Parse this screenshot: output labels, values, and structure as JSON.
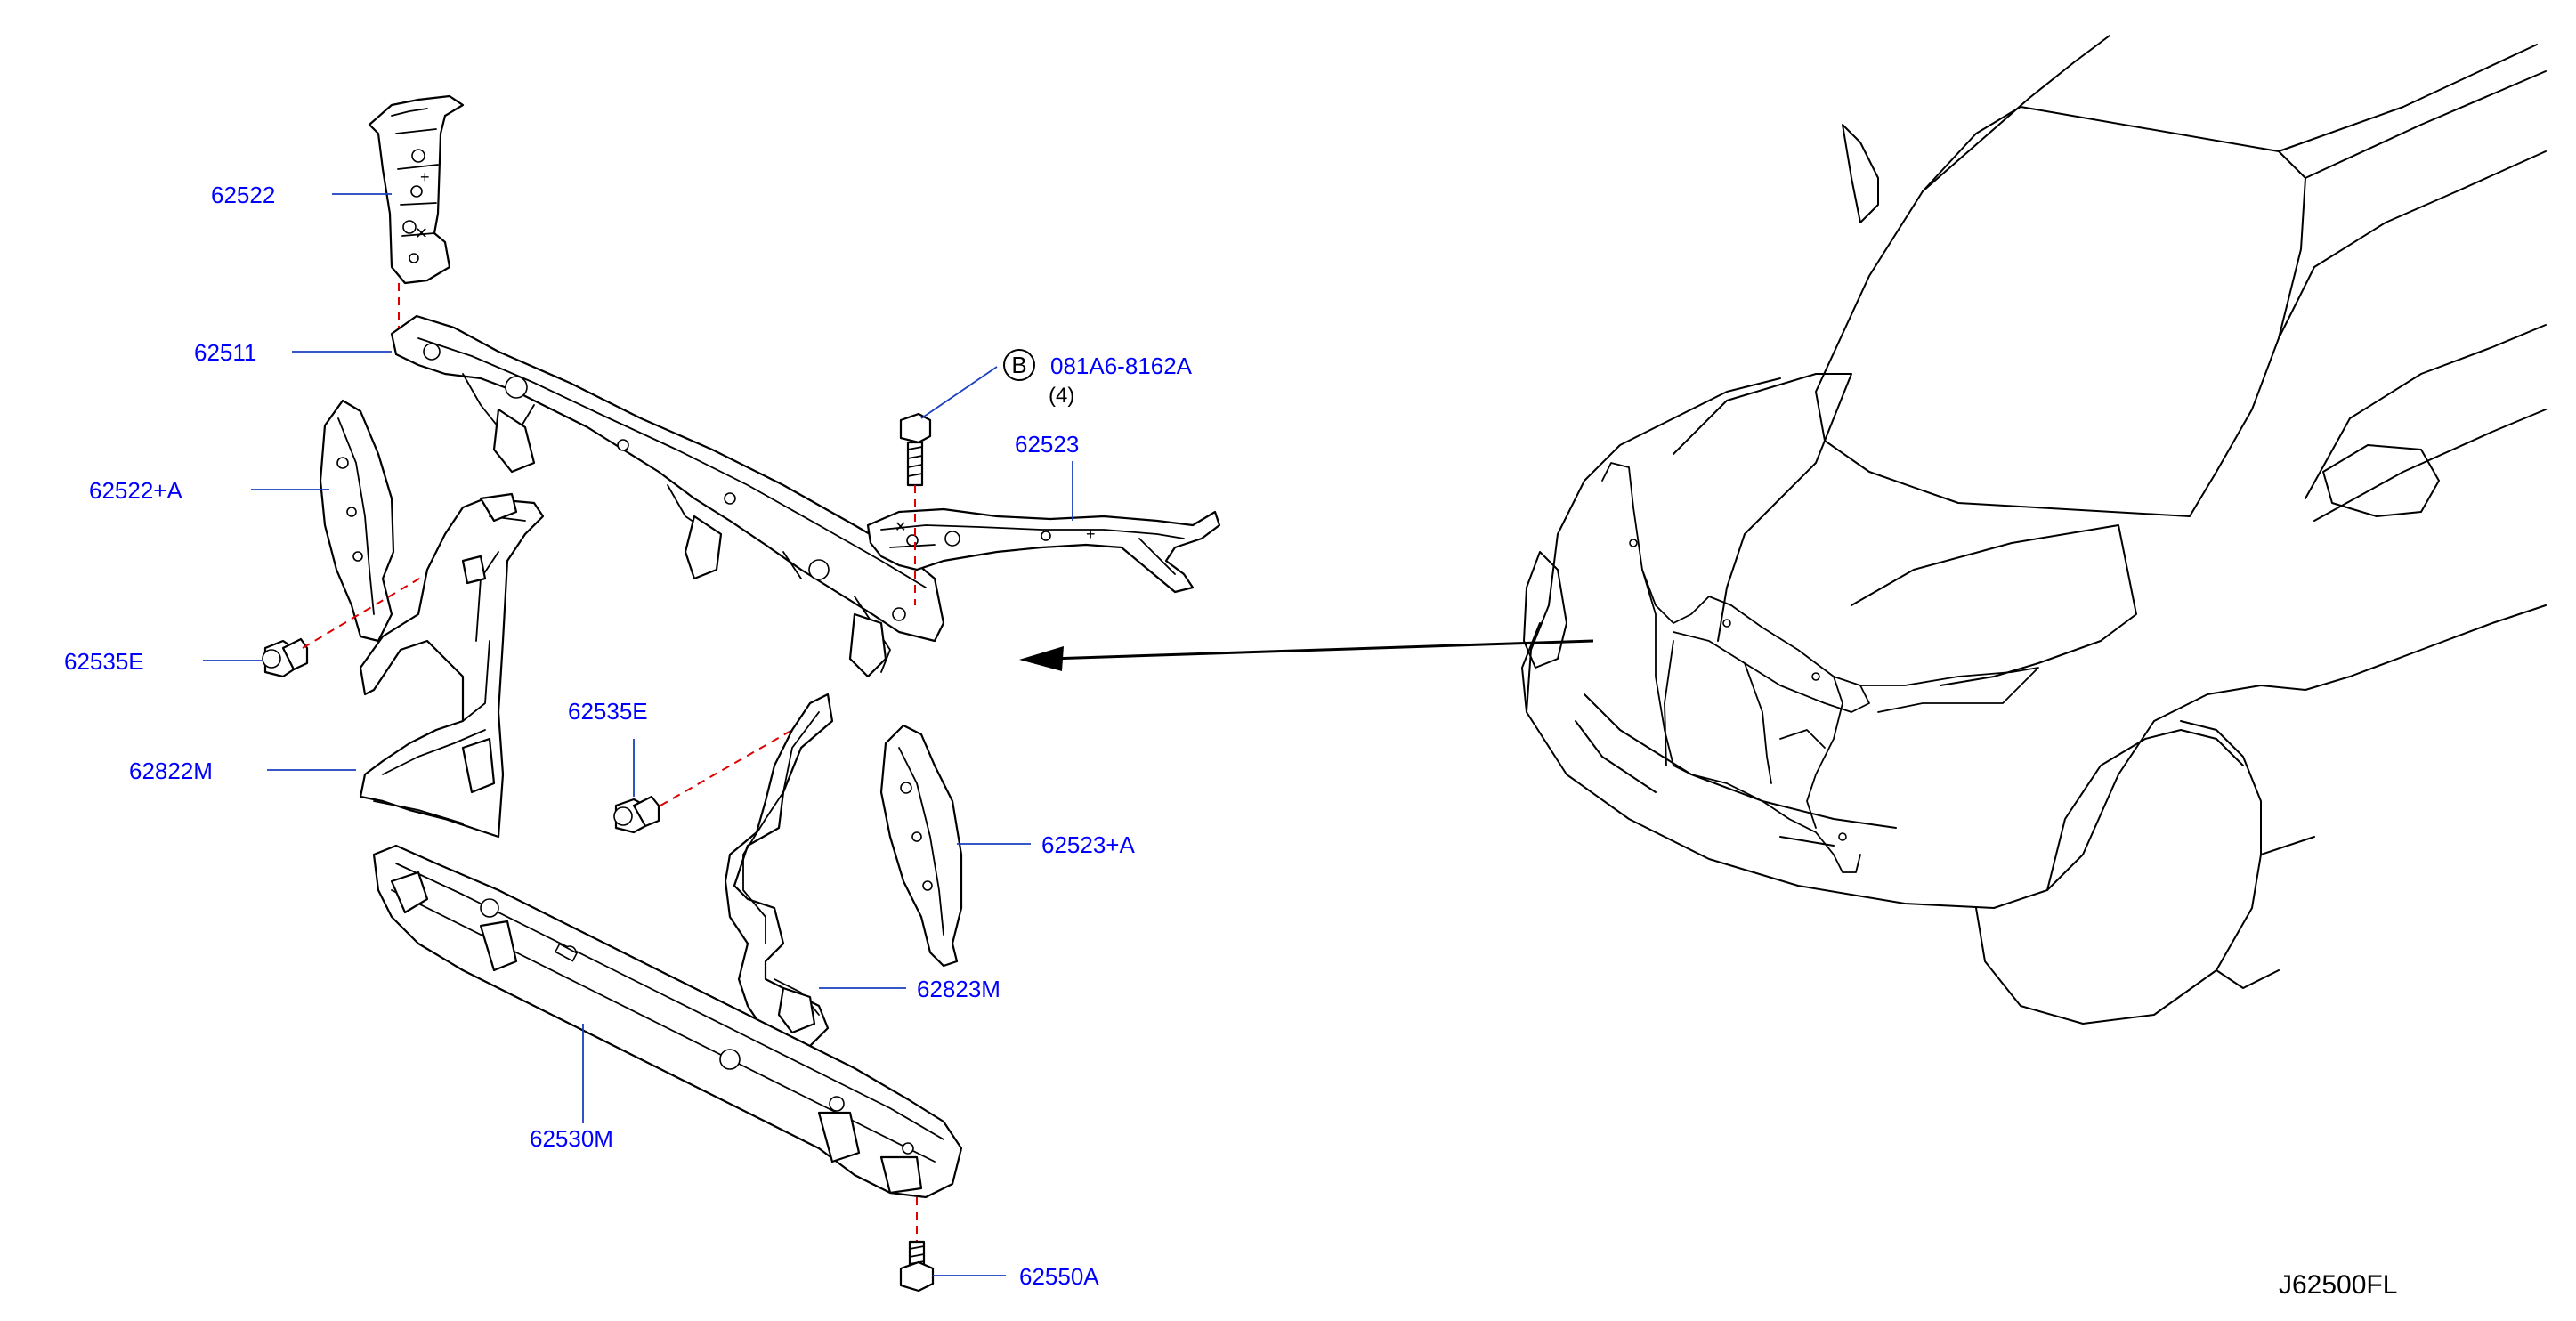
{
  "diagram_code": "J62500FL",
  "parts": {
    "p62522": "62522",
    "p62511": "62511",
    "p62522A": "62522+A",
    "p62535E_left": "62535E",
    "p62822M": "62822M",
    "p62535E_mid": "62535E",
    "p62523": "62523",
    "p62523A": "62523+A",
    "p62823M": "62823M",
    "p62530M": "62530M",
    "p62550A": "62550A",
    "bolt_ref": "081A6-8162A",
    "bolt_symbol": "B",
    "bolt_qty": "(4)"
  },
  "colors": {
    "label_blue": "#0000ff",
    "leader_blue": "#1a3fbf",
    "dashed_red": "#e00000",
    "line_black": "#000000"
  }
}
